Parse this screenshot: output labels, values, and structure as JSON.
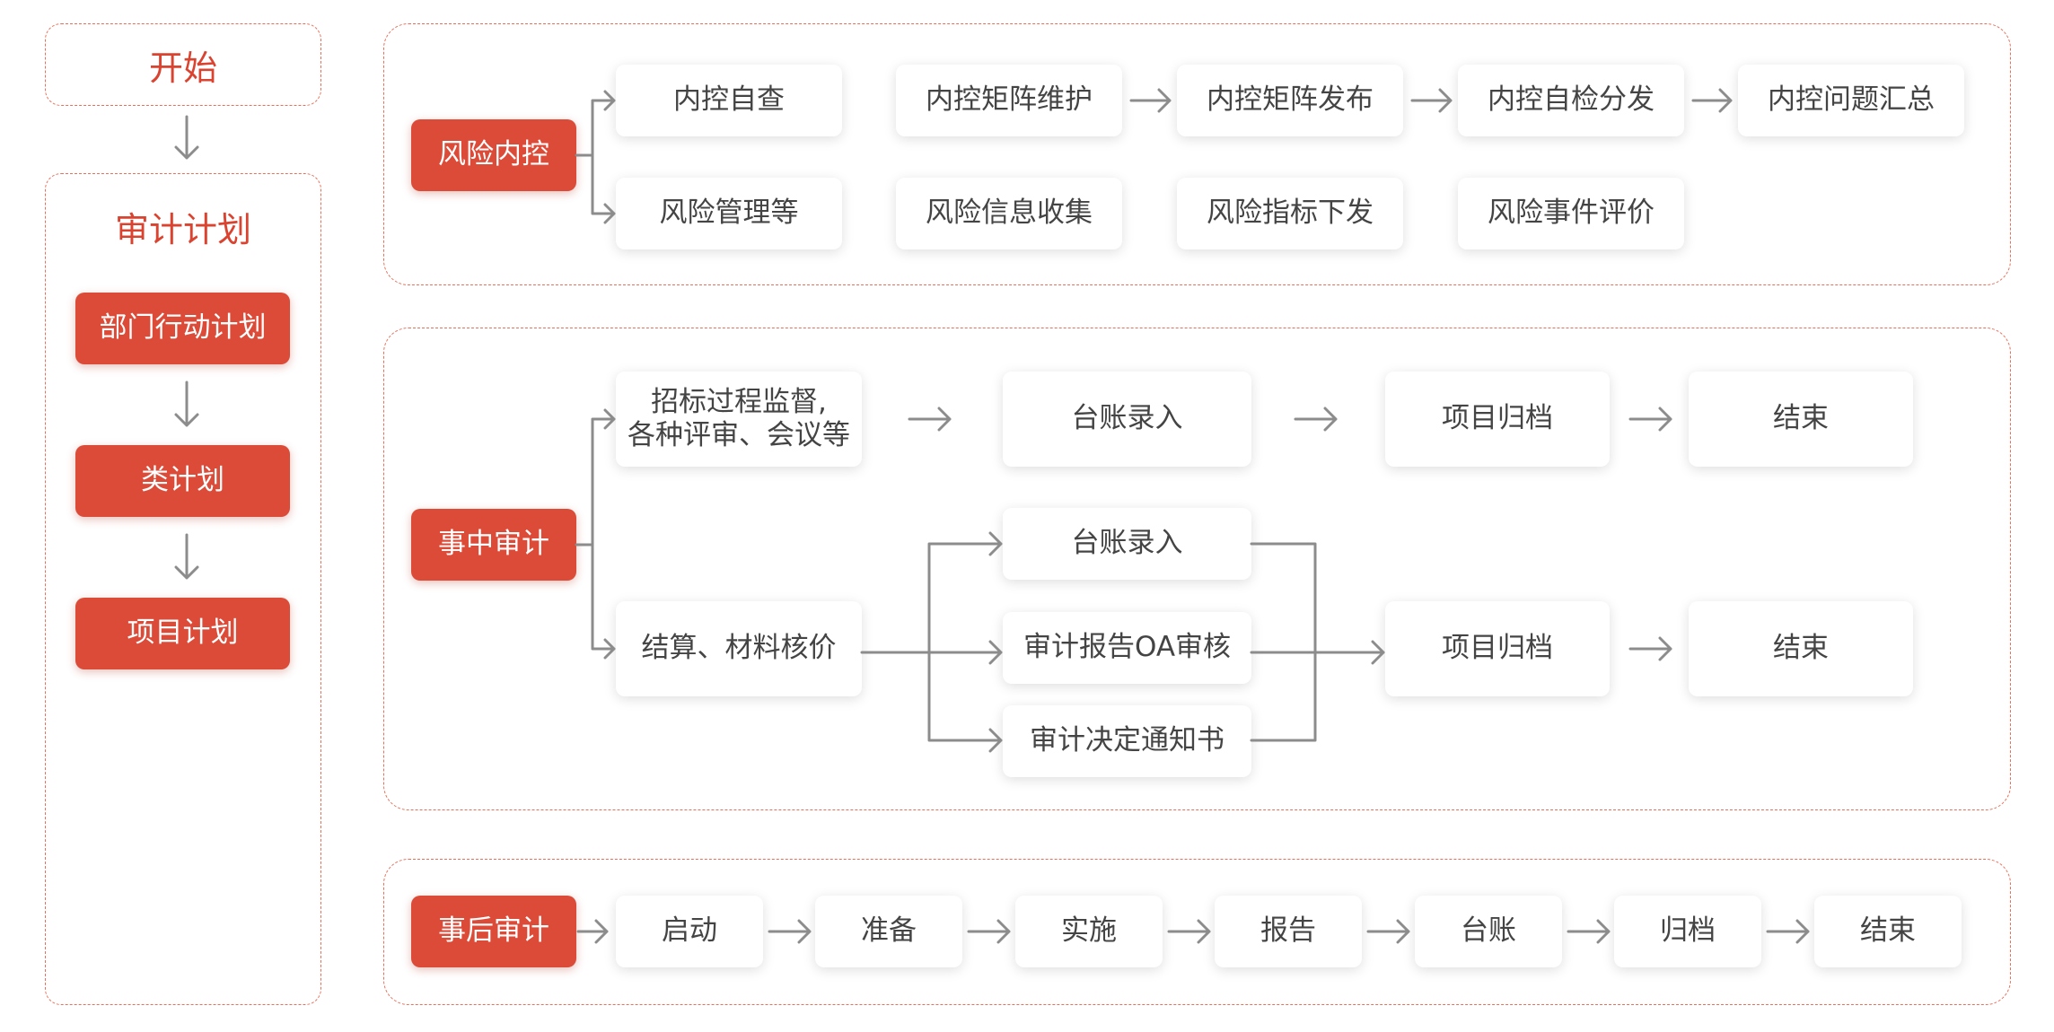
{
  "colors": {
    "accent": "#dc4a38",
    "border": "#e8705a",
    "line": "#8c8c8c",
    "text": "#444444"
  },
  "left": {
    "start": "开始",
    "plan_title": "审计计划",
    "items": [
      "部门行动计划",
      "类计划",
      "项目计划"
    ]
  },
  "risk": {
    "label": "风险内控",
    "row1": [
      "内控自查",
      "内控矩阵维护",
      "内控矩阵发布",
      "内控自检分发",
      "内控问题汇总"
    ],
    "row2": [
      "风险管理等",
      "风险信息收集",
      "风险指标下发",
      "风险事件评价"
    ]
  },
  "mid": {
    "label": "事中审计",
    "top": {
      "start": "招标过程监督,\n各种评审、会议等",
      "ledger": "台账录入",
      "archive": "项目归档",
      "end": "结束"
    },
    "bottom": {
      "start": "结算、材料核价",
      "ledger": "台账录入",
      "oa": "审计报告OA审核",
      "decision": "审计决定通知书",
      "archive": "项目归档",
      "end": "结束"
    }
  },
  "post": {
    "label": "事后审计",
    "steps": [
      "启动",
      "准备",
      "实施",
      "报告",
      "台账",
      "归档",
      "结束"
    ]
  }
}
